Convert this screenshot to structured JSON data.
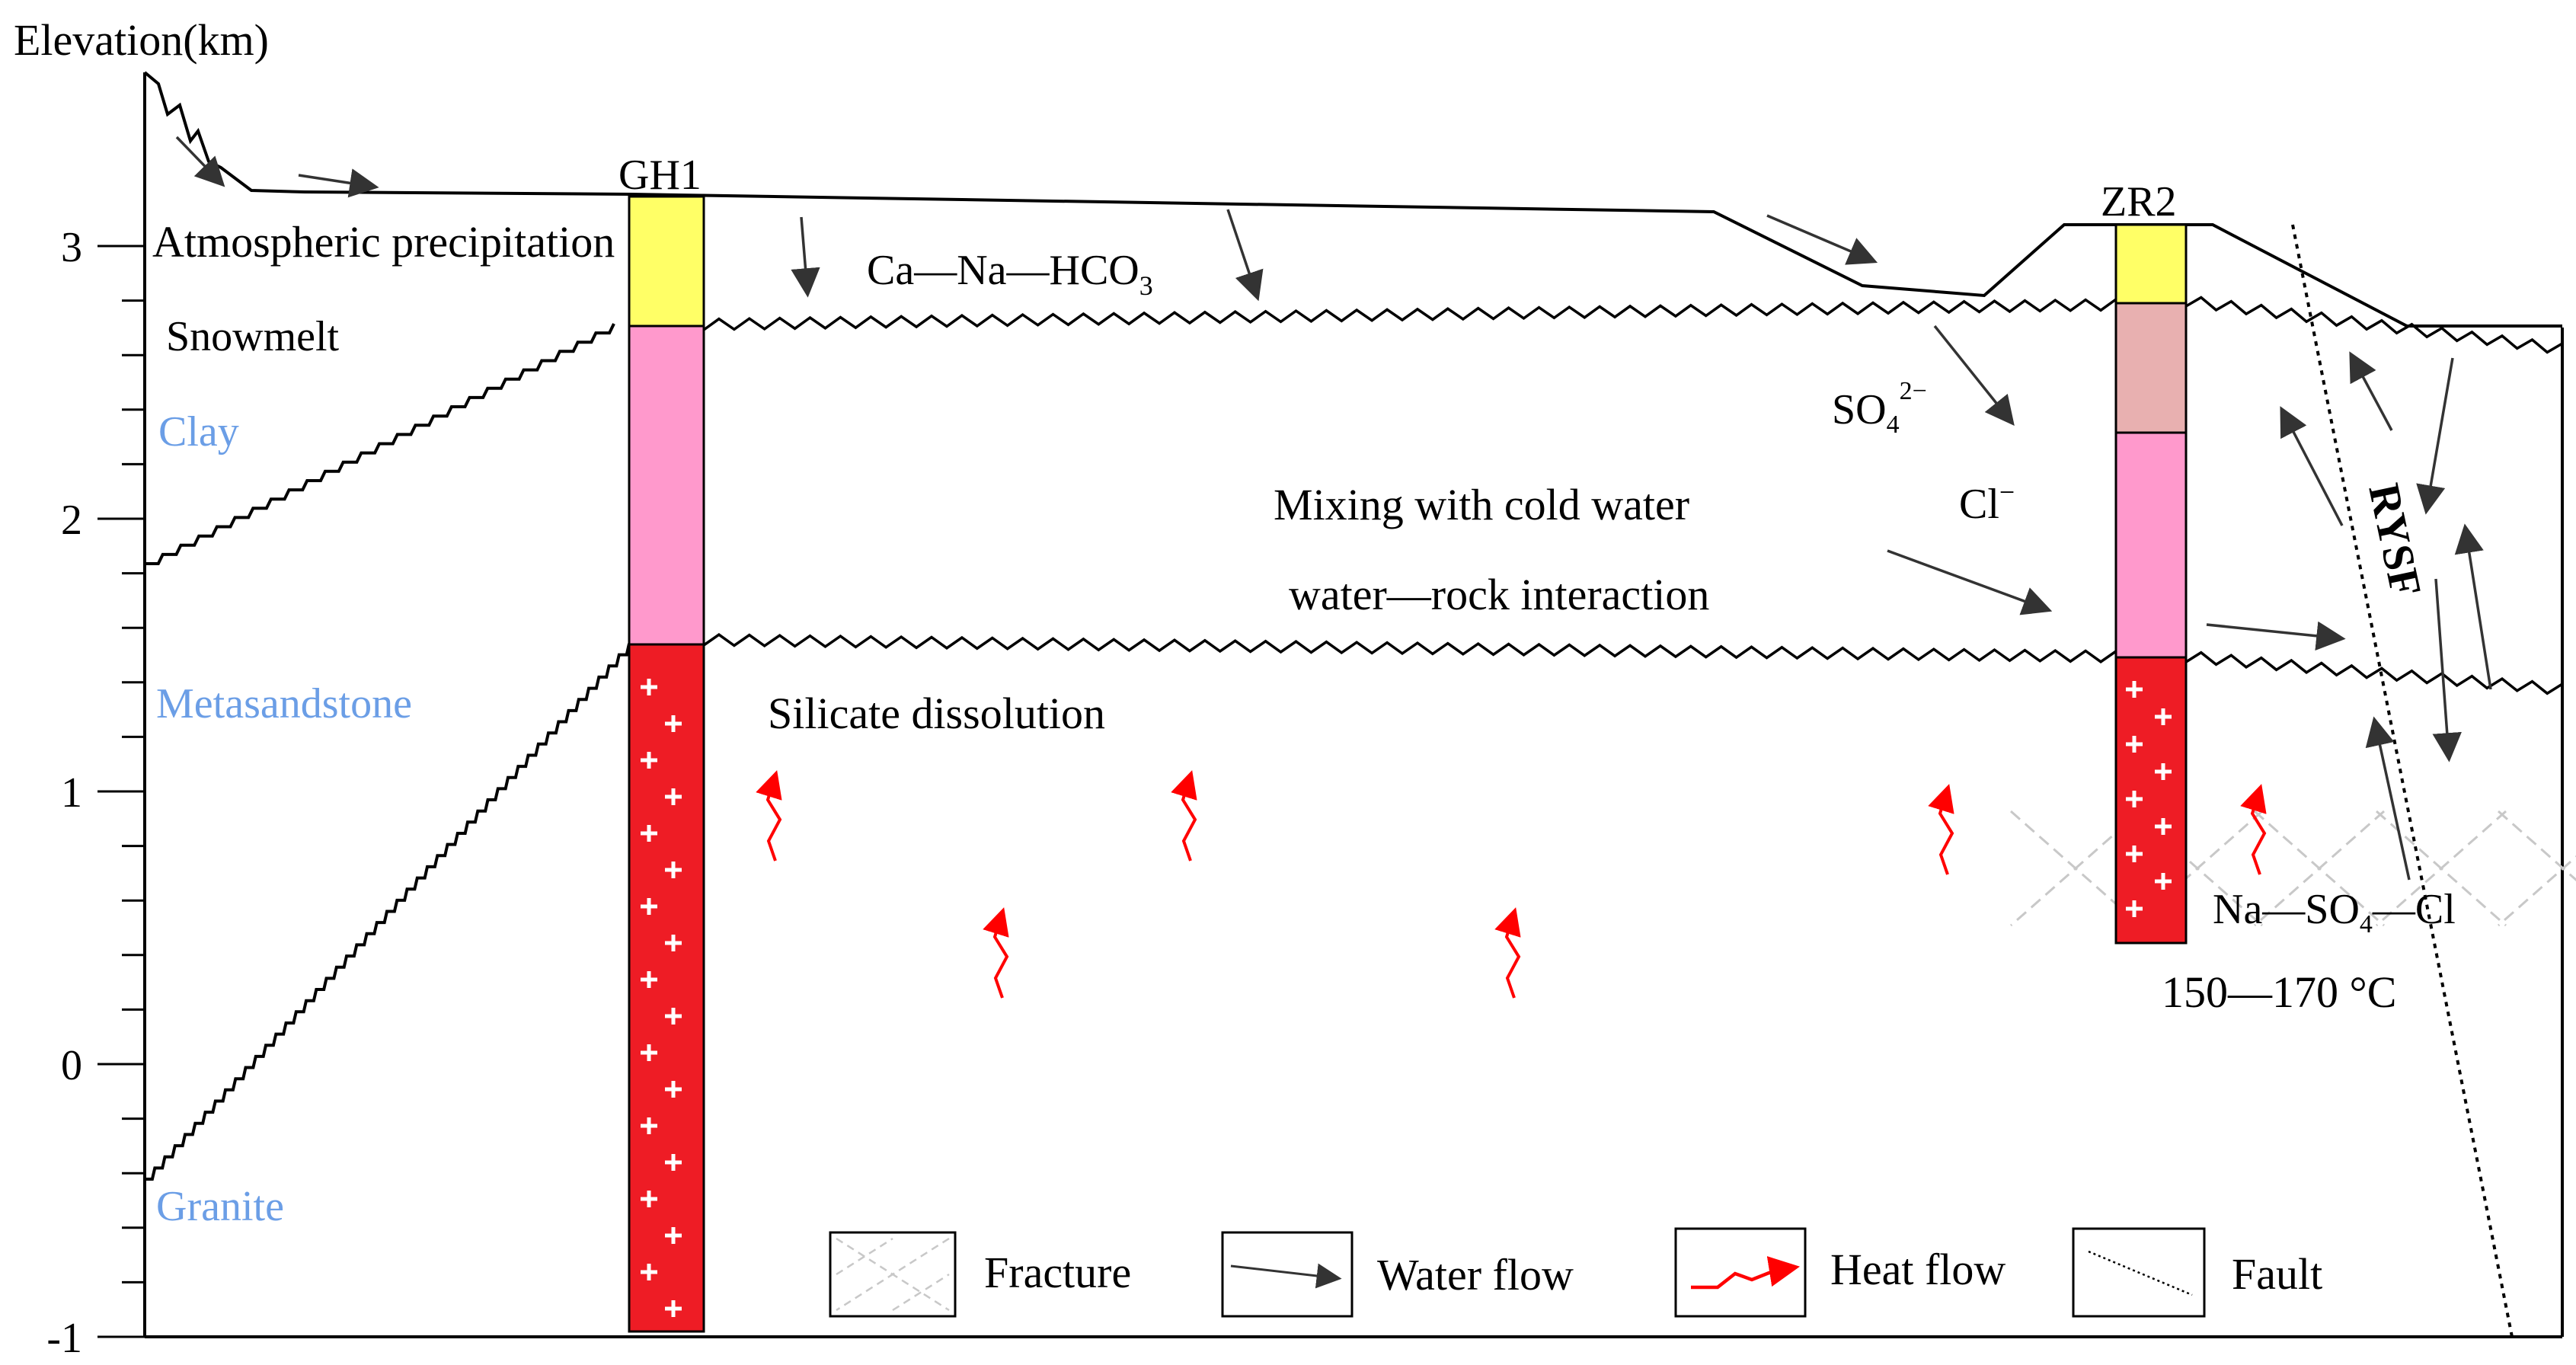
{
  "axis": {
    "title": "Elevation(km)",
    "ticks": [
      {
        "label": "3",
        "value": 3
      },
      {
        "label": "2",
        "value": 2
      },
      {
        "label": "1",
        "value": 1
      },
      {
        "label": "0",
        "value": 0
      },
      {
        "label": "-1",
        "value": -1
      }
    ]
  },
  "strata": {
    "clay": "Clay",
    "metasandstone": "Metasandstone",
    "granite": "Granite",
    "label_color": "#6b9ee6"
  },
  "wells": {
    "left": {
      "name": "GH1"
    },
    "right": {
      "name": "ZR2"
    }
  },
  "annotations": {
    "precipitation": "Atmospheric precipitation",
    "snowmelt": "Snowmelt",
    "water_type_top_main": "Ca—Na—HCO",
    "water_type_top_sub": "3",
    "sulfate_main": "SO",
    "sulfate_sub": "4",
    "sulfate_sup": "2−",
    "chloride_main": "Cl",
    "chloride_sup": "−",
    "mixing": "Mixing with cold water",
    "water_rock": "water—rock interaction",
    "silicate": "Silicate dissolution",
    "water_type_deep_a": "Na—SO",
    "water_type_deep_sub": "4",
    "water_type_deep_b": "—Cl",
    "temperature": "150—170 °C",
    "fault_name": "RYSF"
  },
  "legend": {
    "fracture": "Fracture",
    "water_flow": "Water flow",
    "heat_flow": "Heat flow",
    "fault": "Fault"
  },
  "colors": {
    "yellow": "#ffff66",
    "pink": "#ff99cc",
    "rose": "#e8b0b0",
    "granite_red": "#ee1c25",
    "heat_arrow": "#ff0000",
    "line": "#000000",
    "arrow": "#333333"
  }
}
